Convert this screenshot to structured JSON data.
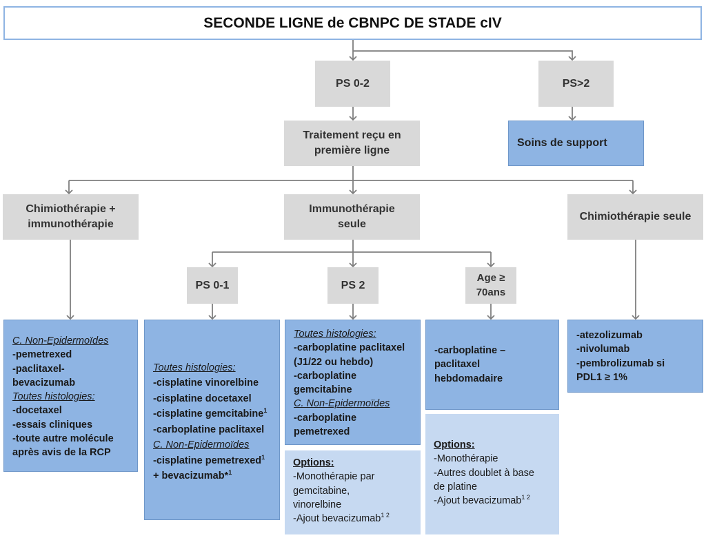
{
  "title": "SECONDE LIGNE de CBNPC DE STADE cIV",
  "ps_0_2": "PS 0-2",
  "ps_gt_2": "PS>2",
  "soins": "Soins de support",
  "traitement": [
    "Traitement reçu en",
    "première ligne"
  ],
  "chimio_immuno": [
    "Chimiothérapie +",
    "immunothérapie"
  ],
  "immuno_seule": [
    "Immunothérapie",
    "seule"
  ],
  "chimio_seule": "Chimiothérapie seule",
  "ps_0_1": "PS 0-1",
  "ps_2": "PS 2",
  "age": [
    "Age ≥",
    "70ans"
  ],
  "box_chimio_immuno": {
    "h1": "C. Non-Epidermoïdes",
    "l1": "-pemetrexed",
    "l2": "-paclitaxel-",
    "l3": "bevacizumab",
    "h2": "Toutes histologies:",
    "l4": "-docetaxel",
    "l5": "-essais cliniques",
    "l6": "-toute autre molécule",
    "l7": "après avis de la RCP"
  },
  "box_ps01": {
    "h1": "Toutes histologies:",
    "l1": "-cisplatine vinorelbine",
    "l2": "-cisplatine docetaxel",
    "l3": "-cisplatine gemcitabine",
    "l3_sup": "1",
    "l4": "-carboplatine paclitaxel",
    "h2": "C. Non-Epidermoïdes",
    "l5": "-cisplatine pemetrexed",
    "l5_sup": "1",
    "l6": "+ bevacizumab*",
    "l6_sup": "1"
  },
  "box_ps2": {
    "h1": "Toutes histologies:",
    "l1": "-carboplatine paclitaxel",
    "l2": "(J1/22 ou hebdo)",
    "l3": "-carboplatine",
    "l4": "gemcitabine",
    "h2": "C. Non-Epidermoïdes",
    "l5": "-carboplatine",
    "l6": "pemetrexed"
  },
  "box_ps2_options": {
    "h": "Options:",
    "l1": "-Monothérapie par",
    "l2": "gemcitabine,",
    "l3": "vinorelbine",
    "l4": "-Ajout bevacizumab",
    "l4_sup": "1 2"
  },
  "box_age": {
    "l1": "-carboplatine –",
    "l2": "paclitaxel",
    "l3": "hebdomadaire"
  },
  "box_age_options": {
    "h": "Options:",
    "l1": "-Monothérapie",
    "l2": "-Autres doublet à base",
    "l3": "de platine",
    "l4": "-Ajout bevacizumab",
    "l4_sup": "1 2"
  },
  "box_chimio_seule": {
    "l1": "-atezolizumab",
    "l2": "-nivolumab",
    "l3": "-pembrolizumab si",
    "l4": "PDL1 ≥ 1%"
  },
  "colors": {
    "gray": "#d9d9d9",
    "blue": "#8eb4e3",
    "light_blue": "#c6d9f1",
    "connector": "#7f7f7f"
  }
}
